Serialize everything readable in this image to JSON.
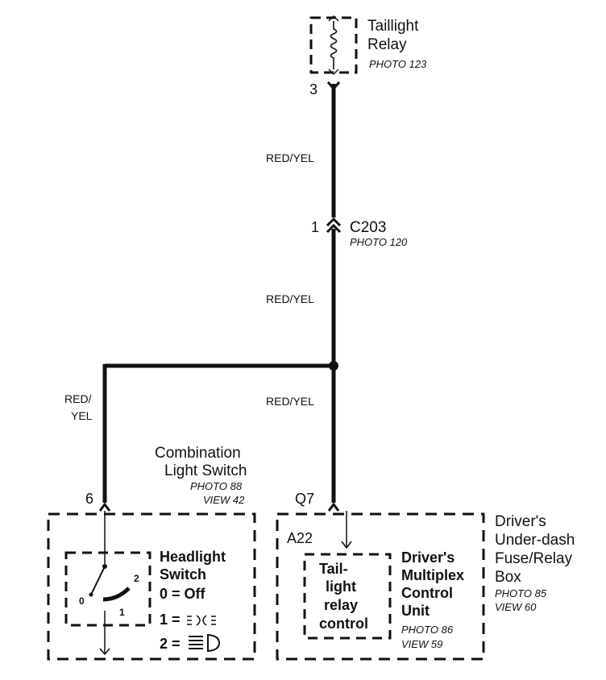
{
  "taillight_relay": {
    "name_line1": "Taillight",
    "name_line2": "Relay",
    "photo": "PHOTO 123",
    "pin": "3"
  },
  "wire_top": {
    "color": "RED/YEL"
  },
  "connector": {
    "pin": "1",
    "name": "C203",
    "photo": "PHOTO 120"
  },
  "wire_mid": {
    "color": "RED/YEL"
  },
  "wire_left": {
    "color_line1": "RED/",
    "color_line2": "YEL"
  },
  "wire_right": {
    "color": "RED/YEL"
  },
  "combination_switch": {
    "name_line1": "Combination",
    "name_line2": "Light Switch",
    "photo": "PHOTO 88",
    "view": "VIEW 42",
    "pin": "6",
    "headlight": {
      "line1": "Headlight",
      "line2": "Switch",
      "pos0": "0 = Off",
      "pos1": "1 =",
      "pos2": "2 =",
      "contact0": "0",
      "contact1": "1",
      "contact2": "2"
    }
  },
  "fuse_box": {
    "pin": "Q7",
    "terminal": "A22",
    "name_line1": "Driver's",
    "name_line2": "Under-dash",
    "name_line3": "Fuse/Relay",
    "name_line4": "Box",
    "photo": "PHOTO 85",
    "view": "VIEW 60",
    "mcu": {
      "line1": "Driver's",
      "line2": "Multiplex",
      "line3": "Control",
      "line4": "Unit",
      "photo": "PHOTO 86",
      "view": "VIEW 59"
    },
    "relay_control": {
      "line1": "Tail-",
      "line2": "light",
      "line3": "relay",
      "line4": "control"
    }
  }
}
